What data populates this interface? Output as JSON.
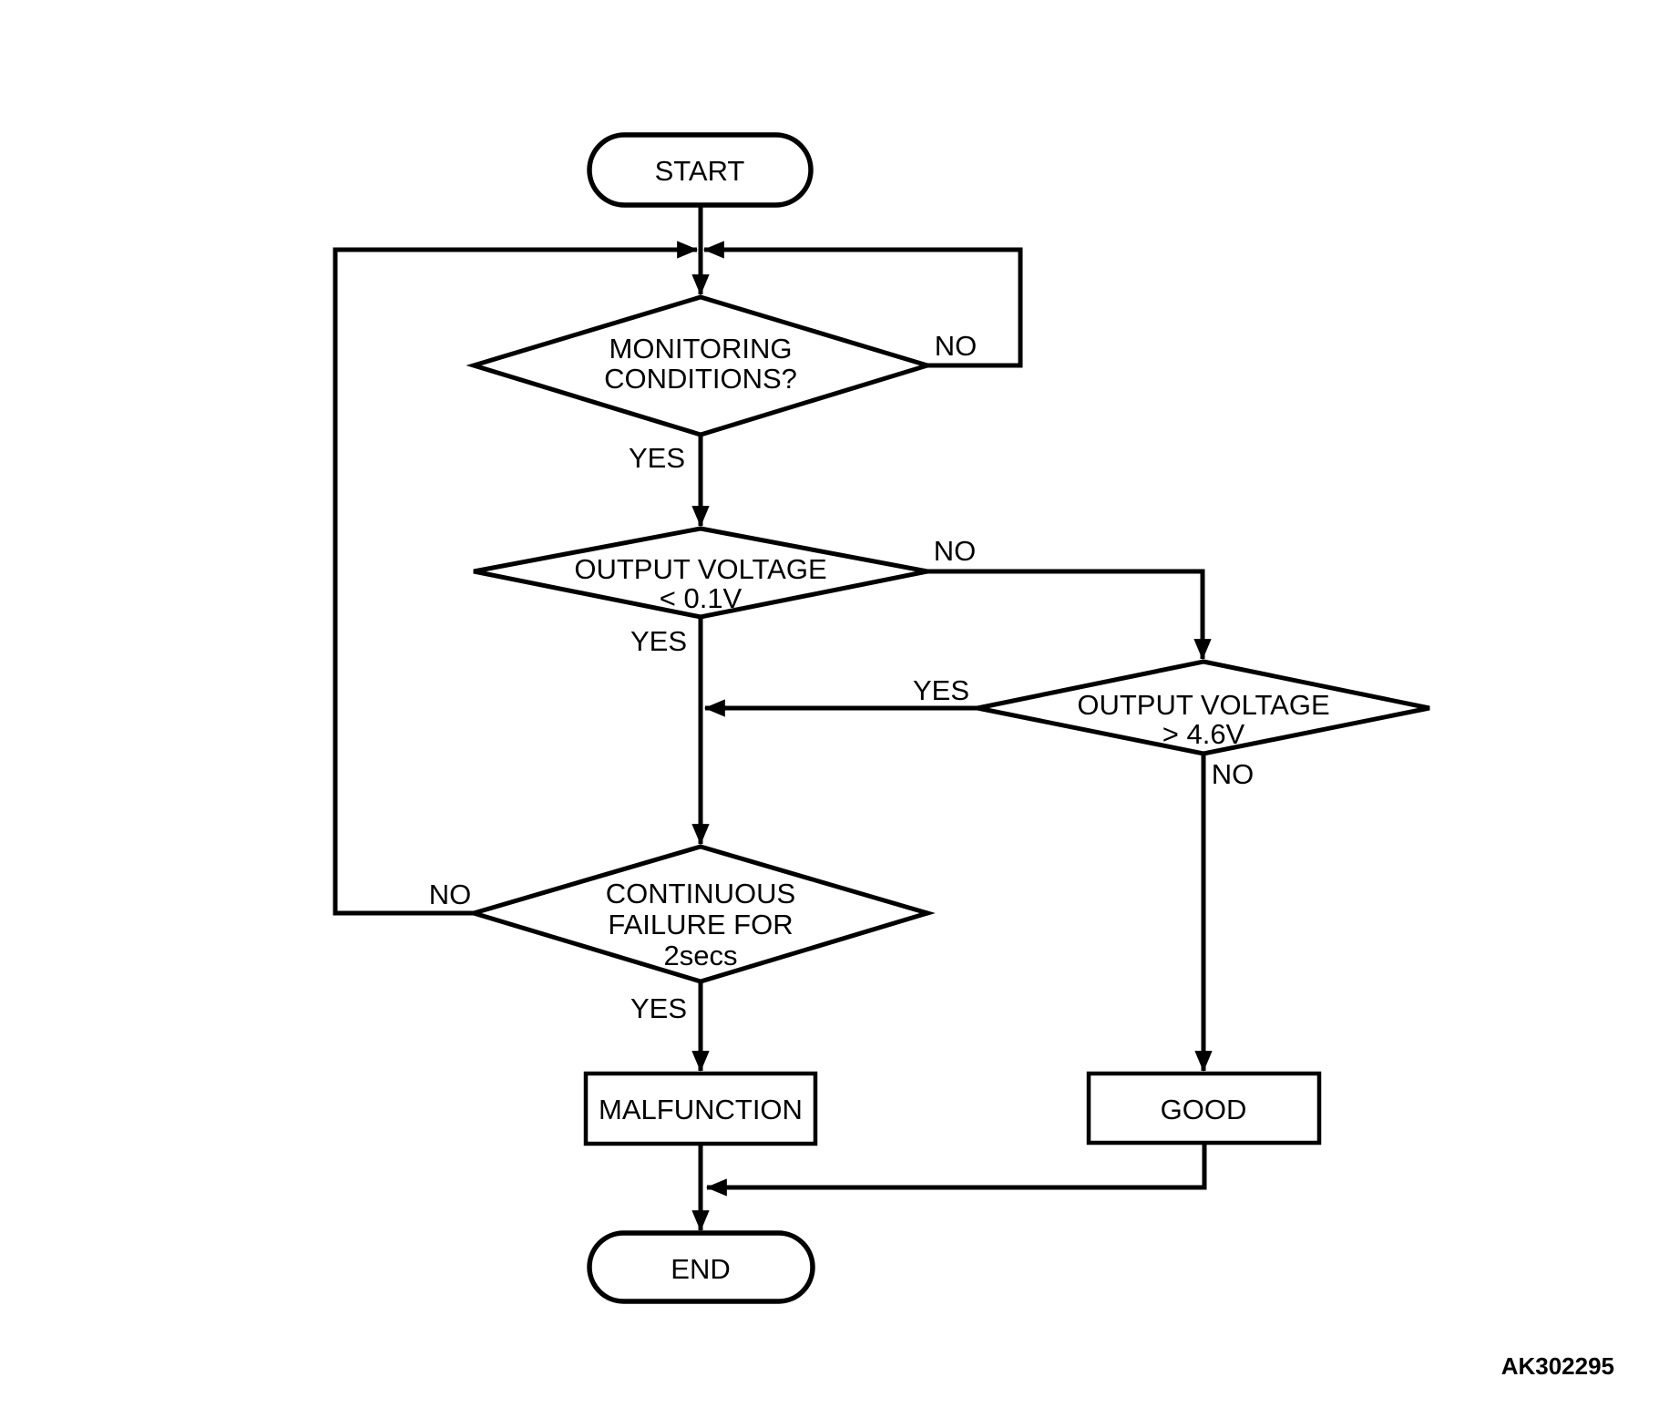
{
  "figure": {
    "id": "AK302295"
  },
  "colors": {
    "line": "#000000",
    "fill": "#ffffff",
    "background": "#ffffff"
  },
  "nodes": {
    "start": {
      "label": "START"
    },
    "monitoring": {
      "lines": [
        "MONITORING",
        "CONDITIONS?"
      ]
    },
    "output_low": {
      "lines": [
        "OUTPUT VOLTAGE",
        "< 0.1V"
      ]
    },
    "output_high": {
      "lines": [
        "OUTPUT VOLTAGE",
        "> 4.6V"
      ]
    },
    "continuous_failure": {
      "lines": [
        "CONTINUOUS",
        "FAILURE FOR",
        "2secs"
      ]
    },
    "malfunction": {
      "label": "MALFUNCTION"
    },
    "good": {
      "label": "GOOD"
    },
    "end": {
      "label": "END"
    }
  },
  "edge_labels": {
    "monitoring_yes": "YES",
    "monitoring_no": "NO",
    "output_low_yes": "YES",
    "output_low_no": "NO",
    "output_high_yes": "YES",
    "output_high_no": "NO",
    "continuous_yes": "YES",
    "continuous_no": "NO"
  }
}
